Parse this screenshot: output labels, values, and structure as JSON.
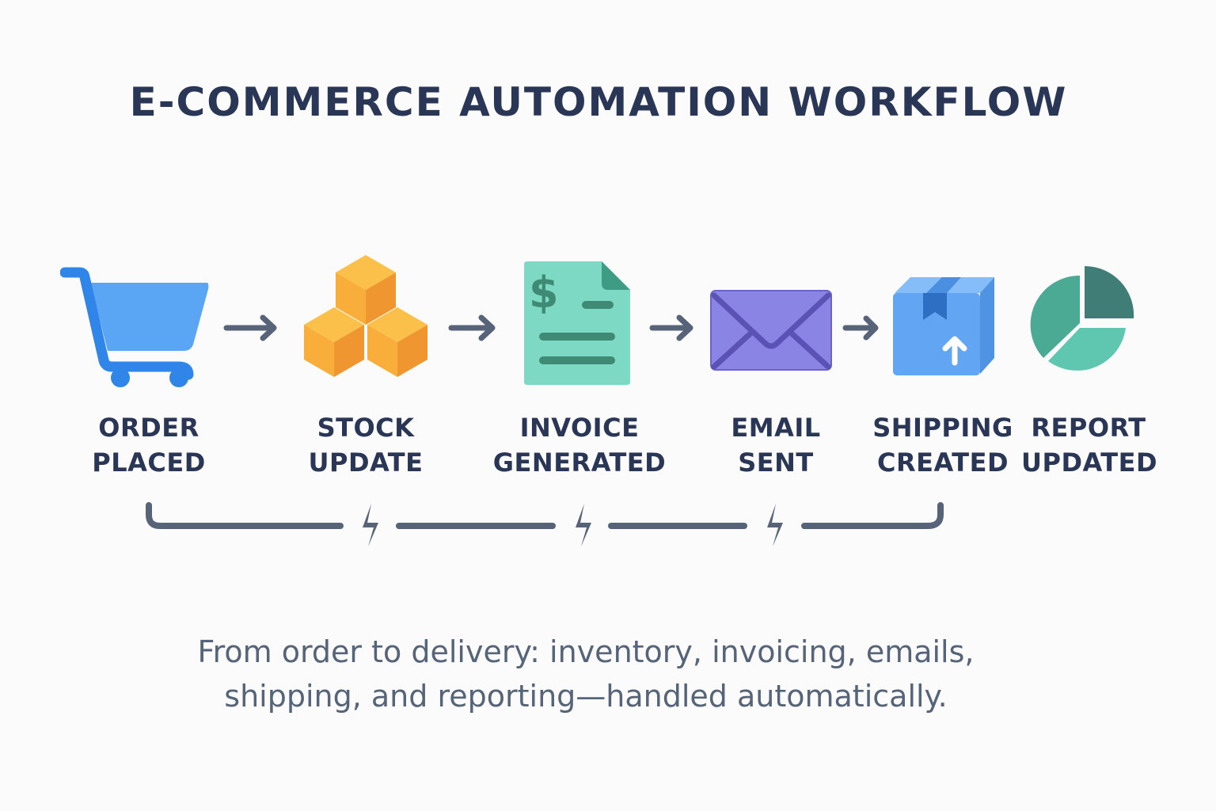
{
  "title": "E-COMMERCE AUTOMATION WORKFLOW",
  "steps": [
    {
      "line1": "ORDER",
      "line2": "PLACED",
      "icon": "shopping-cart-icon"
    },
    {
      "line1": "STOCK",
      "line2": "UPDATE",
      "icon": "stacked-boxes-icon"
    },
    {
      "line1": "INVOICE",
      "line2": "GENERATED",
      "icon": "invoice-document-icon"
    },
    {
      "line1": "EMAIL",
      "line2": "SENT",
      "icon": "envelope-icon"
    },
    {
      "line1": "SHIPPING",
      "line2": "CREATED",
      "icon": "shipping-box-icon"
    },
    {
      "line1": "REPORT",
      "line2": "UPDATED",
      "icon": "pie-chart-icon"
    }
  ],
  "connector": {
    "icon": "lightning-bolt-icon",
    "count": 3
  },
  "caption": {
    "line1": "From order to delivery: inventory, invoicing, emails,",
    "line2": "shipping, and reporting—handled automatically."
  },
  "colors": {
    "text": "#2a3656",
    "caption": "#556478",
    "arrow": "#566378",
    "cart": "#5aa5f4",
    "boxes": "#f9ae3b",
    "invoice": "#7dd9c3",
    "envelope": "#8a84e4",
    "shipping": "#62a5f2",
    "pie": "#4aaa94"
  }
}
